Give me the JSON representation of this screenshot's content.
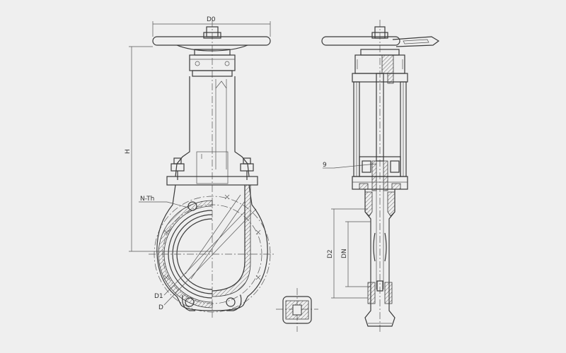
{
  "labels": {
    "d0": "D0",
    "h": "H",
    "n_th": "N-Th",
    "d1": "D1",
    "d": "D",
    "d2": "D2",
    "dn": "DN",
    "part_no": "9"
  }
}
